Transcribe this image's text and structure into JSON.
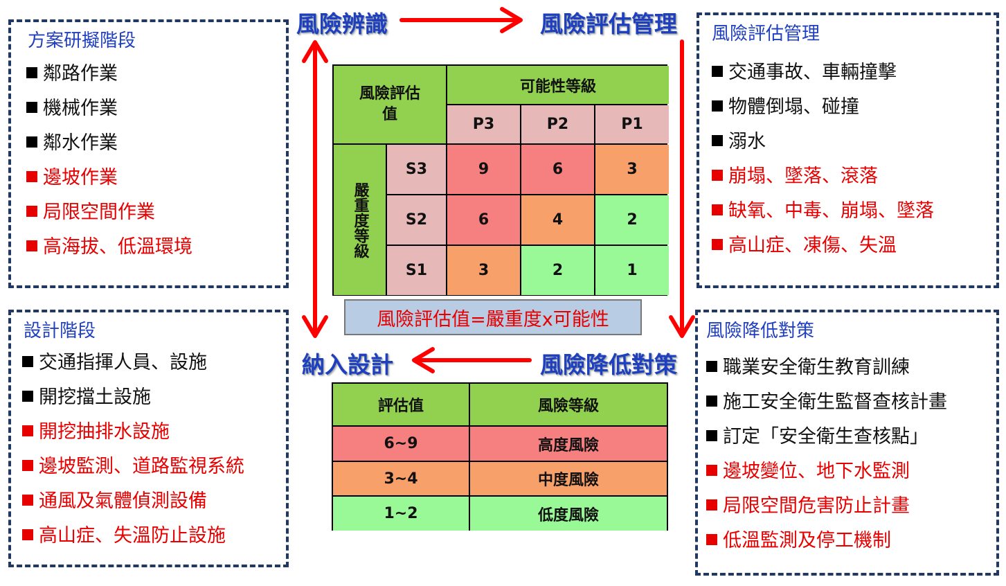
{
  "stages": {
    "identify": "風險辨識",
    "assess": "風險評估管理",
    "reduce": "風險降低對策",
    "design": "納入設計"
  },
  "planning_panel": {
    "title": "方案研擬階段",
    "items": [
      {
        "text": "鄰路作業",
        "highlight": false
      },
      {
        "text": "機械作業",
        "highlight": false
      },
      {
        "text": "鄰水作業",
        "highlight": false
      },
      {
        "text": "邊坡作業",
        "highlight": true
      },
      {
        "text": "局限空間作業",
        "highlight": true
      },
      {
        "text": "高海拔、低溫環境",
        "highlight": true
      }
    ]
  },
  "design_panel": {
    "title": "設計階段",
    "items": [
      {
        "text": "交通指揮人員、設施",
        "highlight": false
      },
      {
        "text": "開挖擋土設施",
        "highlight": false
      },
      {
        "text": "開挖抽排水設施",
        "highlight": true
      },
      {
        "text": "邊坡監測、道路監視系統",
        "highlight": true
      },
      {
        "text": "通風及氣體偵測設備",
        "highlight": true
      },
      {
        "text": "高山症、失溫防止設施",
        "highlight": true
      }
    ]
  },
  "assessment_panel": {
    "title": "風險評估管理",
    "items": [
      {
        "text": "交通事故、車輛撞擊",
        "highlight": false
      },
      {
        "text": "物體倒塌、碰撞",
        "highlight": false
      },
      {
        "text": "溺水",
        "highlight": false
      },
      {
        "text": "崩塌、墜落、滾落",
        "highlight": true
      },
      {
        "text": "缺氧、中毒、崩塌、墜落",
        "highlight": true
      },
      {
        "text": "高山症、凍傷、失溫",
        "highlight": true
      }
    ]
  },
  "reduction_panel": {
    "title": "風險降低對策",
    "items": [
      {
        "text": "職業安全衛生教育訓練",
        "highlight": false
      },
      {
        "text": "施工安全衛生監督查核計畫",
        "highlight": false
      },
      {
        "text": "訂定「安全衛生查核點」",
        "highlight": false
      },
      {
        "text": "邊坡變位、地下水監測",
        "highlight": true
      },
      {
        "text": "局限空間危害防止計畫",
        "highlight": true
      },
      {
        "text": "低溫監測及停工機制",
        "highlight": true
      }
    ]
  },
  "matrix": {
    "corner": "風險評估值",
    "probability_header": "可能性等級",
    "severity_header": "嚴重度等級",
    "columns": [
      "P3",
      "P2",
      "P1"
    ],
    "rows": [
      {
        "label": "S3",
        "values": [
          "9",
          "6",
          "3"
        ]
      },
      {
        "label": "S2",
        "values": [
          "6",
          "4",
          "2"
        ]
      },
      {
        "label": "S1",
        "values": [
          "3",
          "2",
          "1"
        ]
      }
    ]
  },
  "formula": "風險評估值=嚴重度x可能性",
  "level_table": {
    "headers": [
      "評估值",
      "風險等級"
    ],
    "rows": [
      {
        "range": "6~9",
        "level": "高度風險"
      },
      {
        "range": "3~4",
        "level": "中度風險"
      },
      {
        "range": "1~2",
        "level": "低度風險"
      }
    ]
  },
  "colors": {
    "header_green": "#92d050",
    "pink": "#e6b8b7",
    "high_risk": "#f67f7f",
    "medium_risk": "#f8a06a",
    "low_risk": "#98f996",
    "arrow_red": "#ff0000",
    "stage_blue": "#1f3fbf",
    "panel_border": "#1f3864"
  }
}
